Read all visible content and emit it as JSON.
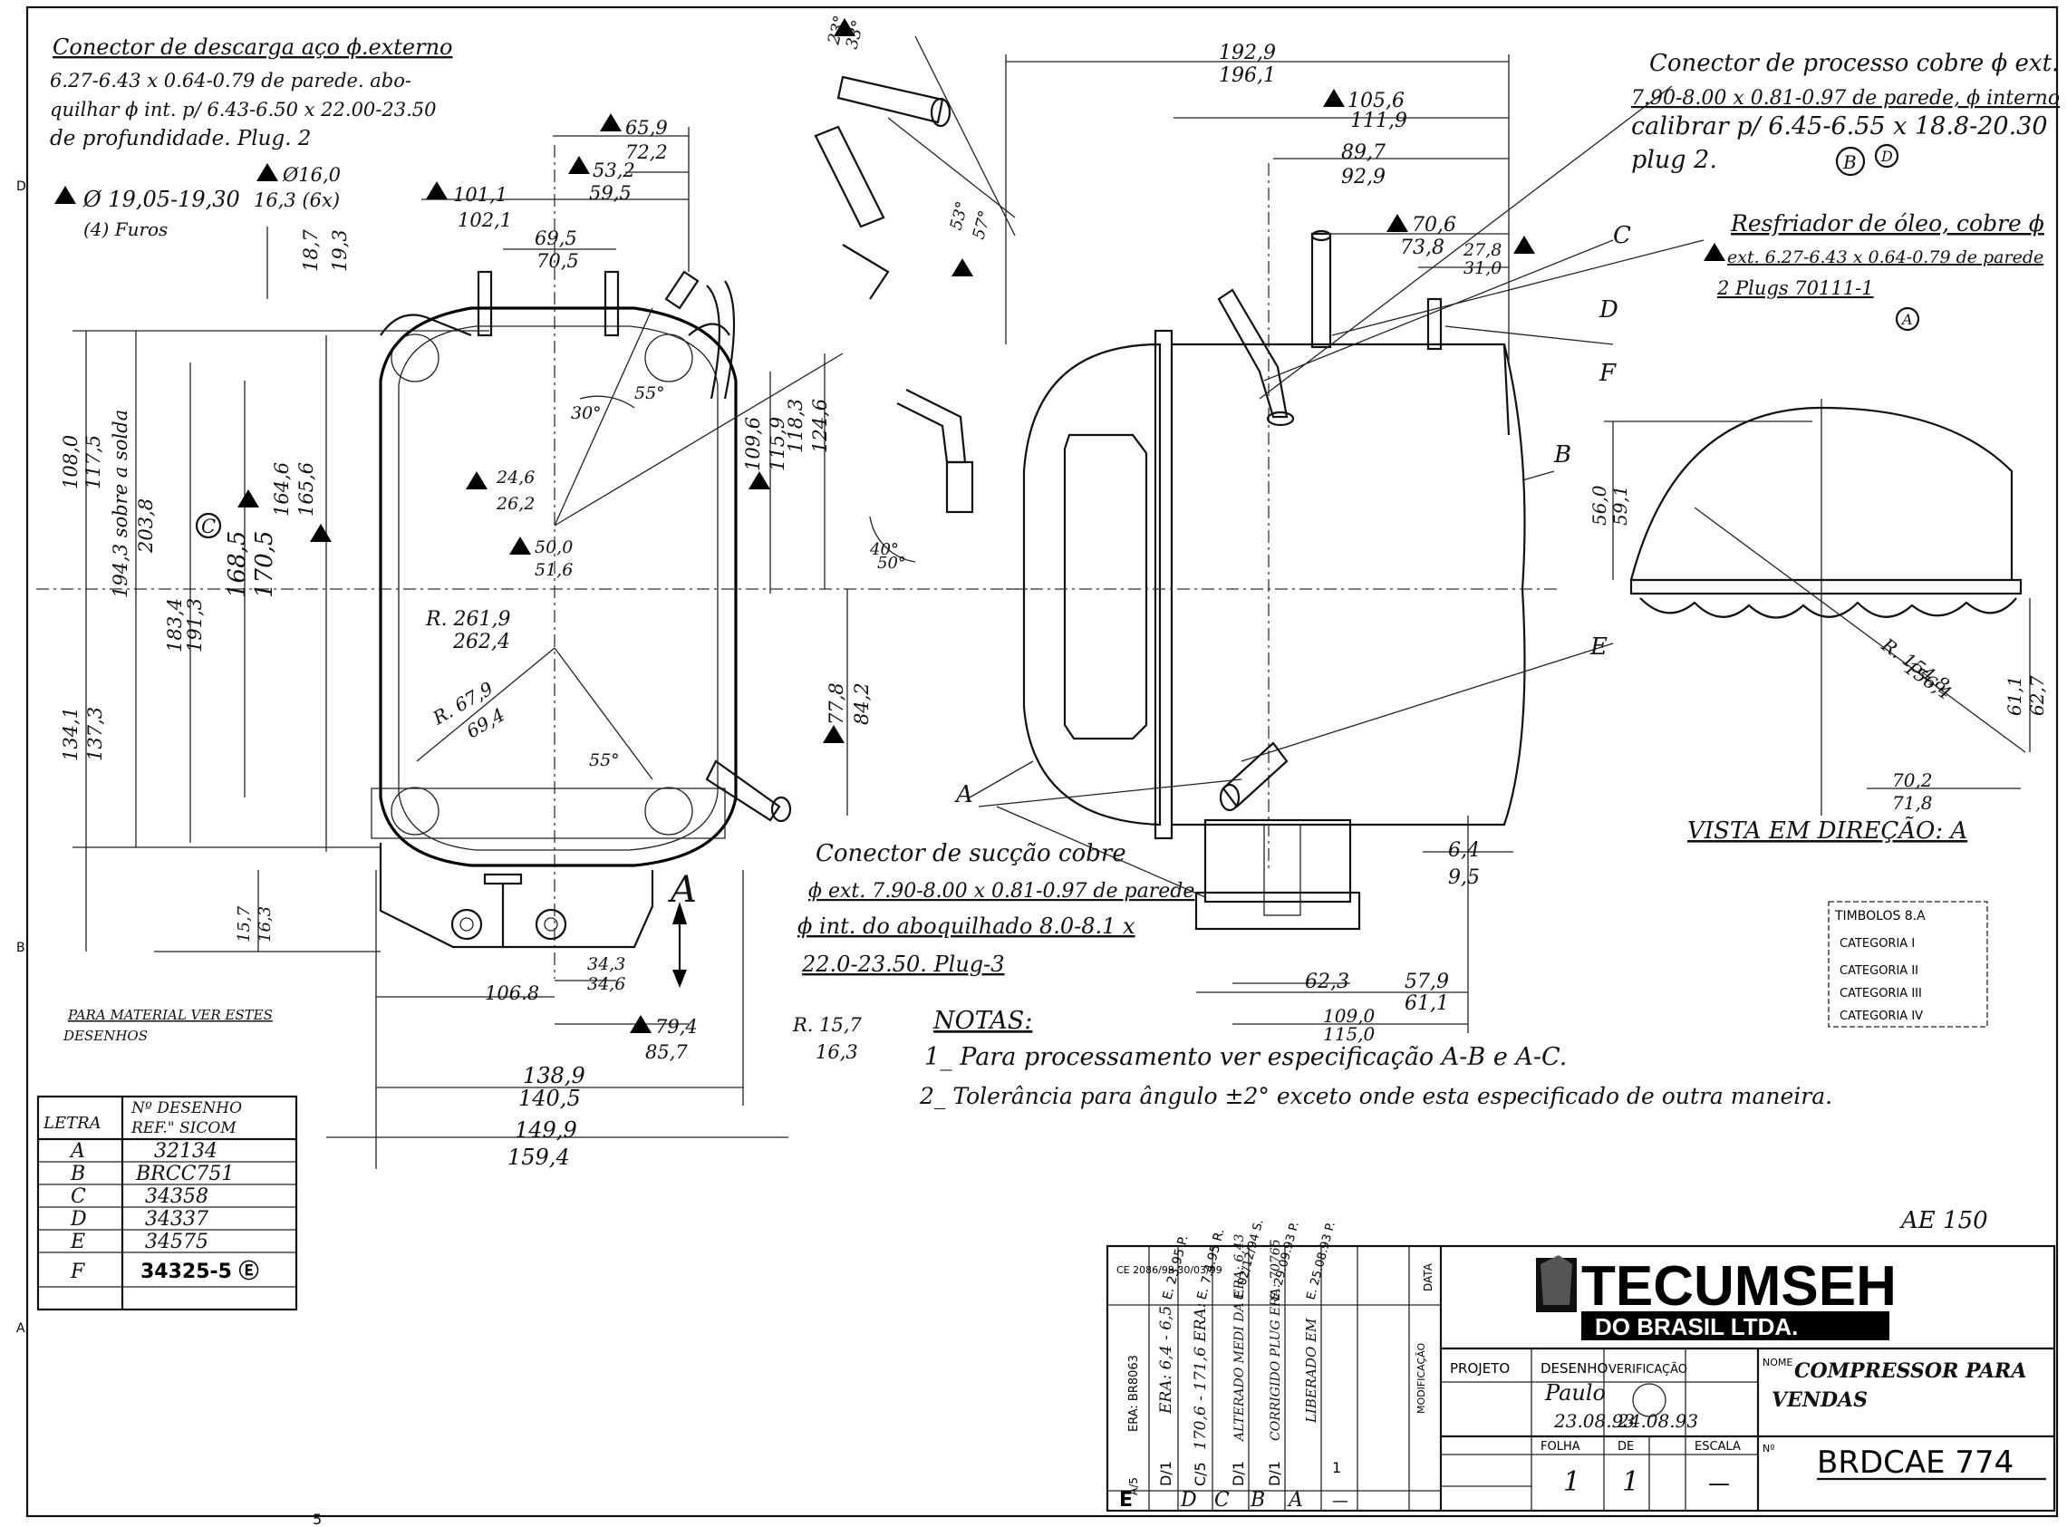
{
  "notes": {
    "discharge": [
      "Conector de descarga aço ϕ.externo",
      "6.27-6.43 x 0.64-0.79 de parede. abo-",
      "quilhar ϕ int. p/ 6.43-6.50 x 22.00-23.50",
      "de profundidade. Plug. 2"
    ],
    "process": [
      "Conector de processo cobre ϕ ext.",
      "7.90-8.00 x 0.81-0.97 de parede, ϕ interno",
      "calibrar p/ 6.45-6.55 x 18.8-20.30",
      "plug 2."
    ],
    "oil": [
      "Resfriador de óleo, cobre ϕ",
      "ext. 6.27-6.43 x 0.64-0.79 de parede",
      "2 Plugs 70111-1"
    ],
    "suction": [
      "Conector de sucção cobre",
      "ϕ ext. 7.90-8.00 x 0.81-0.97 de parede",
      "ϕ int. do aboquilhado 8.0-8.1 x",
      "22.0-23.50. Plug-3"
    ],
    "holes": [
      "Ø 19,05-19,30",
      "(4) Furos"
    ]
  },
  "notas": {
    "title": "NOTAS:",
    "n1": "1_ Para processamento ver especificação A-B e A-C.",
    "n2": "2_ Tolerância para ângulo ±2°   exceto onde esta especificado de outra maneira."
  },
  "vista": "VISTA EM DIREÇÃO: A",
  "material_note": [
    "PARA MATERIAL VER ESTES",
    "DESENHOS"
  ],
  "letter_table": {
    "header_letra": "LETRA",
    "header_desenho_1": "Nº DESENHO",
    "header_desenho_2": "REF.\" SICOM",
    "rows": [
      {
        "letra": "A",
        "ref": "32134"
      },
      {
        "letra": "B",
        "ref": "BRCC751"
      },
      {
        "letra": "C",
        "ref": "34358"
      },
      {
        "letra": "D",
        "ref": "34337"
      },
      {
        "letra": "E",
        "ref": "34575"
      },
      {
        "letra": "F",
        "ref": "34325-5 Ⓔ"
      }
    ]
  },
  "dims": {
    "d1929": "192,9",
    "d1961": "196,1",
    "d1056": "105,6",
    "d1119": "111,9",
    "d897": "89,7",
    "d929": "92,9",
    "d706": "70,6",
    "d738": "73,8",
    "d278": "27,8",
    "d310": "31,0",
    "d659": "65,9",
    "d722": "72,2",
    "d532": "53,2",
    "d595": "59,5",
    "d160": "Ø16,0",
    "d163": "16,3 (6x)",
    "d1011": "101,1",
    "d1021": "102,1",
    "d695": "69,5",
    "d705": "70,5",
    "d187": "18,7",
    "d193": "19,3",
    "d1080": "108,0",
    "d1175": "117,5",
    "d1943": "194,3 sobre a solda",
    "d2038": "203,8",
    "d1646": "164,6",
    "d1656": "165,6",
    "d1685": "168,5",
    "d1705": "170,5",
    "d246": "24,6",
    "d262": "26,2",
    "d500": "50,0",
    "d516": "51,6",
    "d1183": "118,3",
    "d1246": "124,6",
    "d1096": "109,6",
    "d1159": "115,9",
    "d1834": "183,4",
    "d1913": "191,3",
    "r2619": "R. 261,9",
    "r2624": "262,4",
    "r679": "R. 67,9",
    "r694": "69,4",
    "d1341": "134,1",
    "d1373": "137,3",
    "d778": "77,8",
    "d842": "84,2",
    "d157": "15,7",
    "d163b": "16,3",
    "d343": "34,3",
    "d346": "34,6",
    "d1068": "106.8",
    "d794": "79,4",
    "d857": "85,7",
    "r157": "R. 15,7",
    "r163": "16,3",
    "d1389": "138,9",
    "d1405": "140,5",
    "d1499": "149,9",
    "d1594": "159,4",
    "d64": "6,4",
    "d95": "9,5",
    "d623": "62,3",
    "d579": "57,9",
    "d611": "61,1",
    "d1090": "109,0",
    "d1150": "115,0",
    "d560": "56,0",
    "d591": "59,1",
    "r1548": "R. 154,8",
    "r1564": "156,4",
    "d611v": "61,1",
    "d627": "62,7",
    "d702": "70,2",
    "d718": "71,8",
    "a30": "30°",
    "a55": "55°",
    "a55b": "55°",
    "a40": "40°",
    "a50": "50°",
    "a23": "23°",
    "a33": "33°",
    "a53": "53°",
    "a57": "57°",
    "lblA": "A",
    "lblB": "B",
    "lblC": "C",
    "lblD": "D",
    "lblE": "E",
    "lblF": "F",
    "circC": "C",
    "circB": "B",
    "circD": "D",
    "circA": "A",
    "arrowA": "A"
  },
  "stamp": [
    "TIMBOLOS 8.A",
    "CATEGORIA I",
    "CATEGORIA II",
    "CATEGORIA III",
    "CATEGORIA IV"
  ],
  "ae": "AE 150",
  "title_block": {
    "company": "TECUMSEH",
    "company_sub": "DO BRASIL LTDA.",
    "projeto_label": "PROJETO",
    "desenho_label": "DESENHO",
    "verificacao_label": "VERIFICAÇÃO",
    "nome_label": "NOME",
    "nome": "COMPRESSOR PARA",
    "nome2": "VENDAS",
    "desenhista": "Paulo",
    "date1": "23.08.93",
    "date2": "24.08.93",
    "folha_label": "FOLHA",
    "de_label": "DE",
    "escala_label": "ESCALA",
    "folha": "1",
    "de": "1",
    "escala": "—",
    "numero_label": "Nº",
    "numero": "BRDCAE 774"
  },
  "revisions": [
    {
      "letter": "E",
      "text": "ERA: BR8063",
      "sub": "A/5",
      "date": "CE 2086/99 30/03/99"
    },
    {
      "letter": "D",
      "text": "ERA: 6,4 - 6,5",
      "sub": "D/1",
      "date": "E. 23.95 P."
    },
    {
      "letter": "C",
      "text": "170,6 - 171,6 ERA:",
      "sub": "C/5",
      "date": "E. 7.4.95 R."
    },
    {
      "letter": "B",
      "text": "ALTERADO MEDI DA ERA: 6,43",
      "sub": "D/1",
      "date": "E. 02/12/94 S."
    },
    {
      "letter": "A",
      "text": "CORRIGIDO PLUG ERA: 70765",
      "sub": "D/1",
      "date": "E. 29.09.93 P."
    },
    {
      "letter": "—",
      "text": "LIBERADO EM",
      "sub": "1",
      "date": "E. 25.08.93 P."
    }
  ],
  "rev_header": {
    "data": "DATA",
    "modif": "MODIFICAÇÃO"
  },
  "border": {
    "n5": "5",
    "a": "A",
    "b": "B",
    "d": "D"
  }
}
